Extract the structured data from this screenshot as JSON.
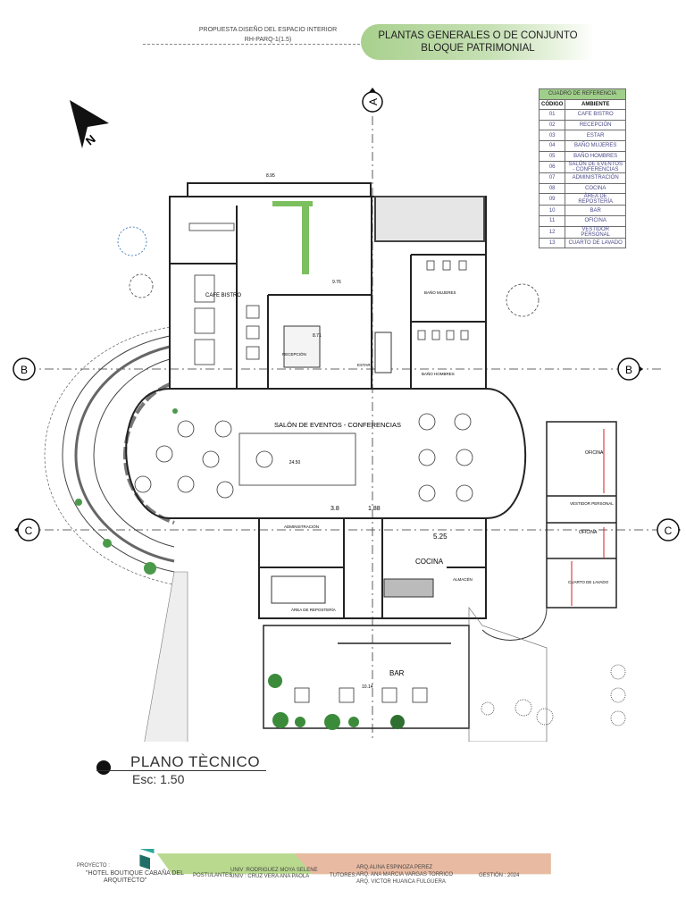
{
  "header": {
    "subtitle_line1": "PROPUESTA DISEÑO DEL ESPACIO INTERIOR",
    "subtitle_line2": "RH-PARQ-1(1.5)",
    "title_line1": "PLANTAS GENERALES O DE CONJUNTO",
    "title_line2": "BLOQUE PATRIMONIAL"
  },
  "reference_table": {
    "title": "CUADRO DE REFERENCIA",
    "col_code": "CÓDIGO",
    "col_room": "AMBIENTE",
    "rows": [
      {
        "code": "01",
        "room": "CAFE BISTRO"
      },
      {
        "code": "02",
        "room": "RECEPCIÓN"
      },
      {
        "code": "03",
        "room": "ESTAR"
      },
      {
        "code": "04",
        "room": "BAÑO MUJERES"
      },
      {
        "code": "05",
        "room": "BAÑO HOMBRES"
      },
      {
        "code": "06",
        "room": "SALÓN DE EVENTOS - CONFERENCIAS"
      },
      {
        "code": "07",
        "room": "ADMINISTRACIÓN"
      },
      {
        "code": "08",
        "room": "COCINA"
      },
      {
        "code": "09",
        "room": "ÁREA DE REPOSTERÍA"
      },
      {
        "code": "10",
        "room": "BAR"
      },
      {
        "code": "11",
        "room": "OFICINA"
      },
      {
        "code": "12",
        "room": "VESTIDOR PERSONAL"
      },
      {
        "code": "13",
        "room": "CUARTO DE LAVADO"
      }
    ]
  },
  "plan": {
    "north_label": "N",
    "section_a": "A",
    "section_b": "B",
    "section_c": "C",
    "cafe_bistro": "CAFE BISTRO",
    "recepcion": "RECEPCIÓN",
    "estar": "ESTAR",
    "bano_mujeres": "BAÑO MUJERES",
    "bano_hombres": "BAÑO HOMBRES",
    "salon": "SALÓN DE EVENTOS - CONFERENCIAS",
    "administracion": "ADMINISTRACIÓN",
    "cocina": "COCINA",
    "reposteria": "ÁREA DE REPOSTERÍA",
    "almacen": "ALMACÉN",
    "bar": "BAR",
    "oficina": "OFICINA",
    "vestidor": "VESTIDOR PERSONAL",
    "lavado": "CUARTO DE LAVADO",
    "dim_salon": "24.50",
    "dim_38": "3.8",
    "dim_188": "1.88",
    "dim_525": "5.25",
    "dim_bar": "10.14",
    "dim_top": "8.95",
    "dim_976": "9.76",
    "dim_871": "8.71"
  },
  "legend": {
    "title": "PLANO TÈCNICO",
    "scale": "Esc: 1.50"
  },
  "footer": {
    "project_label": "PROYECTO :",
    "project_name_1": "\"HOTEL BOUTIQUE CABAÑA DEL",
    "project_name_2": "ARQUITECTO\"",
    "students_label": "POSTULANTES",
    "student_1": "UNIV :RODRIGUEZ MOYA SELENE",
    "student_2": "UNIV : CRUZ VERA ANA PAOLA",
    "tutors_label": "TUTORES:",
    "tutor_1": "ARQ.ALINA ESPINOZA PEREZ",
    "tutor_2": "ARQ. ANA MARCIA VARGAS TORRICO",
    "tutor_3": "ARQ. VICTOR HUANCA FULGUERA",
    "gestion": "GESTIÓN : 2024"
  },
  "colors": {
    "banner_green": "#a9d08e",
    "table_title": "#9fcf8a",
    "footer_teal": "#1f8a7e",
    "footer_green": "#b9d98e",
    "footer_salmon": "#f1b4a6",
    "wall": "#333333",
    "plant_green": "#3b8b3b"
  }
}
